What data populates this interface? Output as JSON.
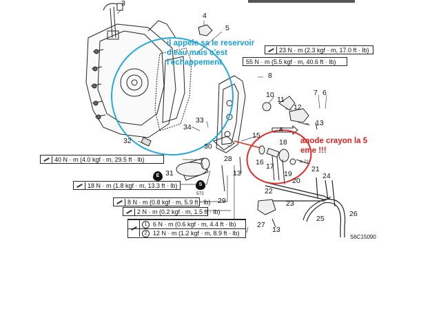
{
  "annotations": {
    "blue_line1": "il appele sa le reservoir",
    "blue_line2": "d'eau mais c'est",
    "blue_line3": "l'echappement",
    "red_line1": "anode crayon la 5",
    "red_line2": "eme !!!"
  },
  "torque_specs": [
    {
      "text": "23 N · m (2.3 kgf · m, 17.0 ft · lb)"
    },
    {
      "text": "55 N · m (5.5 kgf · m, 40.6 ft · lb)"
    },
    {
      "text": "40 N · m (4.0 kgf · m, 29.5 ft · lb)"
    },
    {
      "text": "18 N · m (1.8 kgf · m, 13.3 ft · lb)"
    },
    {
      "text": "8 N · m (0.8 kgf · m, 5.9 ft · lb)"
    },
    {
      "text": "2 N · m (0.2 kgf · m, 1.5 ft · lb)"
    }
  ],
  "torque_multi": [
    {
      "num": "1",
      "text": "6 N · m (0.6 kgf · m, 4.4 ft · lb)"
    },
    {
      "num": "2",
      "text": "12 N · m (1.2 kgf · m, 8.9 ft · lb)"
    }
  ],
  "callouts": {
    "c3": "3",
    "c4": "4",
    "c5": "5",
    "c6": "6",
    "c7": "7",
    "c8": "8",
    "c10": "10",
    "c11": "11",
    "c12": "12",
    "c13a": "13",
    "c13b": "13",
    "c13c": "13",
    "c15": "15",
    "c16": "16",
    "c17": "17",
    "c18": "18",
    "c19": "19",
    "c20": "20",
    "c21": "21",
    "c22": "22",
    "c23": "23",
    "c24": "24",
    "c25": "25",
    "c26": "26",
    "c27": "27",
    "c28": "28",
    "c29": "29",
    "c30": "30",
    "c31": "31",
    "c32": "32",
    "c33": "33",
    "c34": "34"
  },
  "view_marker": "A",
  "markers": {
    "e": "E",
    "s": "S",
    "s_sub": "572",
    "a_sub": "A 72"
  },
  "drawing_code": "S6C15090"
}
